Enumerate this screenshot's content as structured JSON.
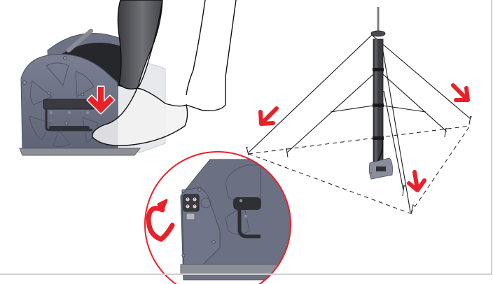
{
  "figure": {
    "description": "Instruction illustration: step on reel, rotate connector, deploy guyed mast",
    "panels": [
      {
        "id": "reel-step",
        "caption": "Foot presses reel lever down"
      },
      {
        "id": "connector-detail",
        "caption": "Rotate connector cover (detail view)"
      },
      {
        "id": "mast-deployed",
        "caption": "Mast deployed with four guy lines staked outward"
      }
    ]
  },
  "icons": {
    "down_arrow": "arrow-down-icon",
    "rotate_arrow": "rotate-arrow-icon",
    "outward_arrows": [
      "arrow-down-left-icon",
      "arrow-down-right-icon",
      "arrow-down-icon"
    ]
  },
  "colors": {
    "accent_red": "#e8202a",
    "reel_body": "#6b7083",
    "reel_dark": "#2b2c30",
    "leg_dark": "#4a4b50",
    "line": "#1a1a1a",
    "frame_border": "#cfd0d2",
    "background": "#ffffff"
  }
}
